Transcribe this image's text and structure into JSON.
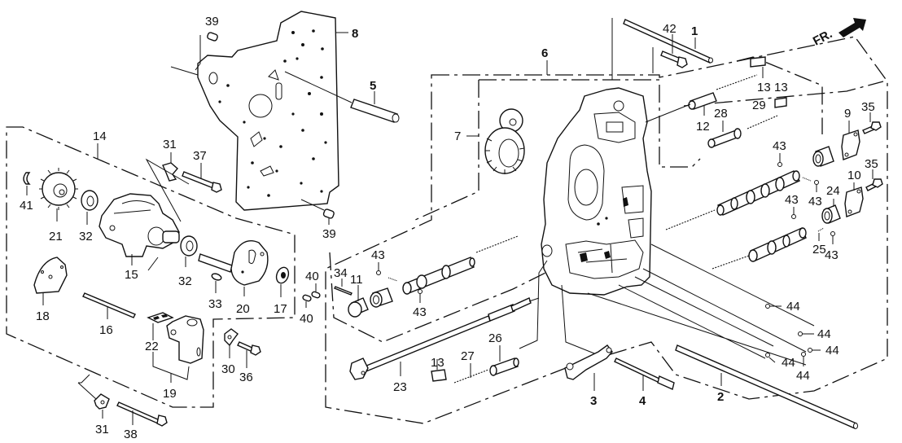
{
  "diagram": {
    "title": "Main Valve Body Exploded Parts Diagram",
    "direction_indicator": {
      "label": "FR.",
      "icon": "arrow-front-icon"
    },
    "callouts": [
      {
        "id": "1",
        "part": "shaft"
      },
      {
        "id": "2",
        "part": "long-shaft"
      },
      {
        "id": "3",
        "part": "lever-bracket"
      },
      {
        "id": "4",
        "part": "pin-shaft"
      },
      {
        "id": "5",
        "part": "tube"
      },
      {
        "id": "6",
        "part": "main-valve-body-assembly"
      },
      {
        "id": "7",
        "part": "gear-set"
      },
      {
        "id": "8",
        "part": "separator-plate"
      },
      {
        "id": "9",
        "part": "cover-plate"
      },
      {
        "id": "10",
        "part": "cover-plate"
      },
      {
        "id": "11",
        "part": "cap"
      },
      {
        "id": "12",
        "part": "sleeve"
      },
      {
        "id": "13",
        "part": "retainer-plate"
      },
      {
        "id": "14",
        "part": "pump-assembly"
      },
      {
        "id": "15",
        "part": "pump-housing"
      },
      {
        "id": "16",
        "part": "rod"
      },
      {
        "id": "17",
        "part": "seal"
      },
      {
        "id": "18",
        "part": "plate"
      },
      {
        "id": "19",
        "part": "accumulator-assembly"
      },
      {
        "id": "20",
        "part": "shaft-cover"
      },
      {
        "id": "21",
        "part": "drive-gear"
      },
      {
        "id": "22",
        "part": "gasket"
      },
      {
        "id": "23",
        "part": "control-rod"
      },
      {
        "id": "24",
        "part": "sleeve"
      },
      {
        "id": "25",
        "part": "spring"
      },
      {
        "id": "26",
        "part": "valve"
      },
      {
        "id": "27",
        "part": "spring"
      },
      {
        "id": "28",
        "part": "valve"
      },
      {
        "id": "29",
        "part": "spring"
      },
      {
        "id": "30",
        "part": "clip"
      },
      {
        "id": "31",
        "part": "bracket"
      },
      {
        "id": "32",
        "part": "washer"
      },
      {
        "id": "33",
        "part": "key"
      },
      {
        "id": "34",
        "part": "pin"
      },
      {
        "id": "35",
        "part": "bolt"
      },
      {
        "id": "36",
        "part": "bolt"
      },
      {
        "id": "37",
        "part": "bolt"
      },
      {
        "id": "38",
        "part": "bolt"
      },
      {
        "id": "39",
        "part": "dowel-pin"
      },
      {
        "id": "40",
        "part": "dowel-pin"
      },
      {
        "id": "41",
        "part": "snap-ring"
      },
      {
        "id": "42",
        "part": "bolt"
      },
      {
        "id": "43",
        "part": "ball"
      },
      {
        "id": "44",
        "part": "ball"
      }
    ],
    "labels": {
      "l1": "1",
      "l2": "2",
      "l3": "3",
      "l4": "4",
      "l5": "5",
      "l6": "6",
      "l7": "7",
      "l8": "8",
      "l9": "9",
      "l10": "10",
      "l11": "11",
      "l12": "12",
      "l13a": "13",
      "l13b": "13",
      "l13c": "13",
      "l14": "14",
      "l15": "15",
      "l16": "16",
      "l17": "17",
      "l18": "18",
      "l19": "19",
      "l20": "20",
      "l21": "21",
      "l22": "22",
      "l23": "23",
      "l24": "24",
      "l25": "25",
      "l26": "26",
      "l27": "27",
      "l28": "28",
      "l29": "29",
      "l30": "30",
      "l31a": "31",
      "l31b": "31",
      "l32a": "32",
      "l32b": "32",
      "l33": "33",
      "l34": "34",
      "l35a": "35",
      "l35b": "35",
      "l36": "36",
      "l37": "37",
      "l38": "38",
      "l39a": "39",
      "l39b": "39",
      "l40a": "40",
      "l40b": "40",
      "l41": "41",
      "l42": "42",
      "l43a": "43",
      "l43b": "43",
      "l43c": "43",
      "l43d": "43",
      "l43e": "43",
      "l43f": "43",
      "l44a": "44",
      "l44b": "44",
      "l44c": "44",
      "l44d": "44",
      "l44e": "44"
    }
  }
}
